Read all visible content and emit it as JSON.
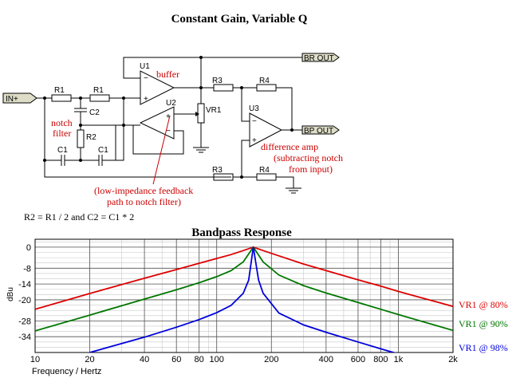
{
  "diagram": {
    "title": "Constant Gain, Variable Q",
    "formula": "R2 = R1 / 2 and C2 = C1 * 2",
    "ports": {
      "input": "IN+",
      "br_out": "BR OUT",
      "bp_out": "BP OUT"
    },
    "components": {
      "R1a": "R1",
      "R1b": "R1",
      "R2": "R2",
      "R3a": "R3",
      "R3b": "R3",
      "R4a": "R4",
      "R4b": "R4",
      "C1a": "C1",
      "C1b": "C1",
      "C2": "C2",
      "U1": "U1",
      "U2": "U2",
      "U3": "U3",
      "VR1": "VR1"
    },
    "annotations": {
      "buffer": "buffer",
      "notch_1": "notch",
      "notch_2": "filter",
      "diff_1": "difference amp",
      "diff_2": "(subtracting notch",
      "diff_3": "from input)",
      "feedback_1": "(low-impedance feedback",
      "feedback_2": "path to notch filter)"
    },
    "colors": {
      "annotation": "#cc0000"
    }
  },
  "chart_data": {
    "type": "line",
    "title": "Bandpass Response",
    "xlabel": "Frequency / Hertz",
    "ylabel": "dBu",
    "xscale": "log",
    "xlim": [
      10,
      2000
    ],
    "ylim": [
      -40,
      3
    ],
    "x_ticks": [
      10,
      20,
      40,
      60,
      80,
      100,
      200,
      400,
      600,
      800,
      1000,
      2000
    ],
    "x_tick_labels": [
      "10",
      "20",
      "40",
      "60",
      "80",
      "100",
      "200",
      "400",
      "600",
      "800",
      "1k",
      "2k"
    ],
    "y_ticks": [
      0,
      -8,
      -14,
      -20,
      -28,
      -34
    ],
    "y_tick_labels": [
      "0",
      "-8",
      "-14",
      "-20",
      "-28",
      "-34"
    ],
    "grid": true,
    "legend_position": "right",
    "center_frequency": 159,
    "series": [
      {
        "name": "VR1 @ 80%",
        "color": "#dd0000",
        "x": [
          10,
          20,
          40,
          60,
          80,
          100,
          120,
          140,
          159,
          180,
          220,
          300,
          400,
          600,
          800,
          1000,
          2000
        ],
        "y": [
          -23.6,
          -17.6,
          -11.8,
          -8.5,
          -6.1,
          -4.3,
          -2.8,
          -1.3,
          0,
          -1.3,
          -3.3,
          -6.4,
          -8.9,
          -12.4,
          -14.8,
          -16.8,
          -22.5
        ]
      },
      {
        "name": "VR1 @ 90%",
        "color": "#007700",
        "x": [
          10,
          20,
          40,
          60,
          80,
          100,
          120,
          140,
          159,
          180,
          220,
          300,
          400,
          600,
          800,
          1000,
          2000
        ],
        "y": [
          -31.8,
          -25.8,
          -19.7,
          -16.2,
          -13.5,
          -11.2,
          -8.9,
          -5.6,
          0,
          -5.6,
          -10.6,
          -14.6,
          -17.4,
          -21.0,
          -23.6,
          -25.6,
          -31.6
        ]
      },
      {
        "name": "VR1 @ 98%",
        "color": "#0000dd",
        "x": [
          20,
          40,
          60,
          80,
          100,
          120,
          140,
          150,
          159,
          170,
          180,
          220,
          300,
          400,
          600,
          800,
          1000
        ],
        "y": [
          -40,
          -34.2,
          -30.4,
          -27.5,
          -24.9,
          -22.1,
          -17.5,
          -12.5,
          0,
          -12.5,
          -17.5,
          -25.0,
          -29.5,
          -32.3,
          -36.0,
          -38.6,
          -40.5
        ]
      }
    ]
  }
}
